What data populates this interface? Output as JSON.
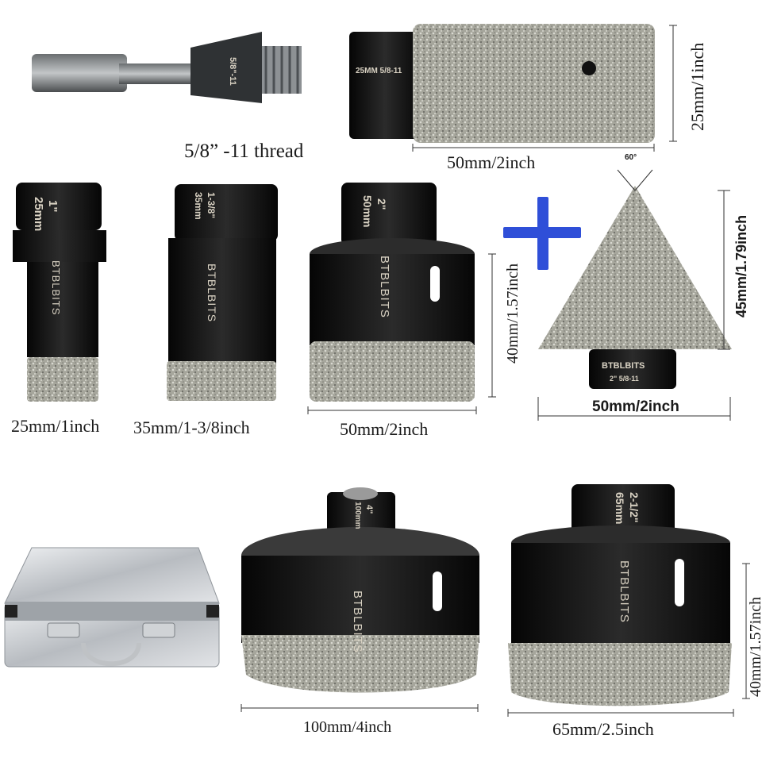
{
  "labels": {
    "adapter_thread": "5/8” -11 thread",
    "finger_length": "50mm/2inch",
    "finger_height": "25mm/1inch",
    "bit25": "25mm/1inch",
    "bit35": "35mm/1-3/8inch",
    "bit50": "50mm/2inch",
    "bit50_height": "40mm/1.57inch",
    "chamfer_angle": "60°",
    "chamfer_height": "45mm/1.79inch",
    "chamfer_width": "50mm/2inch",
    "bit100": "100mm/4inch",
    "bit65": "65mm/2.5inch",
    "bit65_height": "40mm/1.57inch"
  },
  "stamps": {
    "adapter": "5/8\"-11",
    "finger": "25MM 5/8-11",
    "b25_inch": "1\"",
    "b25_mm": "25mm",
    "b35_inch": "1-3/8\"",
    "b35_mm": "35mm",
    "b50_inch": "2\"",
    "b50_mm": "50mm",
    "chamfer_brand": "BTBLBITS",
    "chamfer_size": "2\" 5/8-11",
    "b100_inch": "4\"",
    "b100_mm": "100mm",
    "b65_inch": "2-1/2\"",
    "b65_mm": "65mm"
  },
  "brand": "BTBLBITS",
  "colors": {
    "body": "#101010",
    "diamond": "#a9a9a0",
    "plus": "#2f4fd8",
    "case": "#c9ccd0"
  }
}
